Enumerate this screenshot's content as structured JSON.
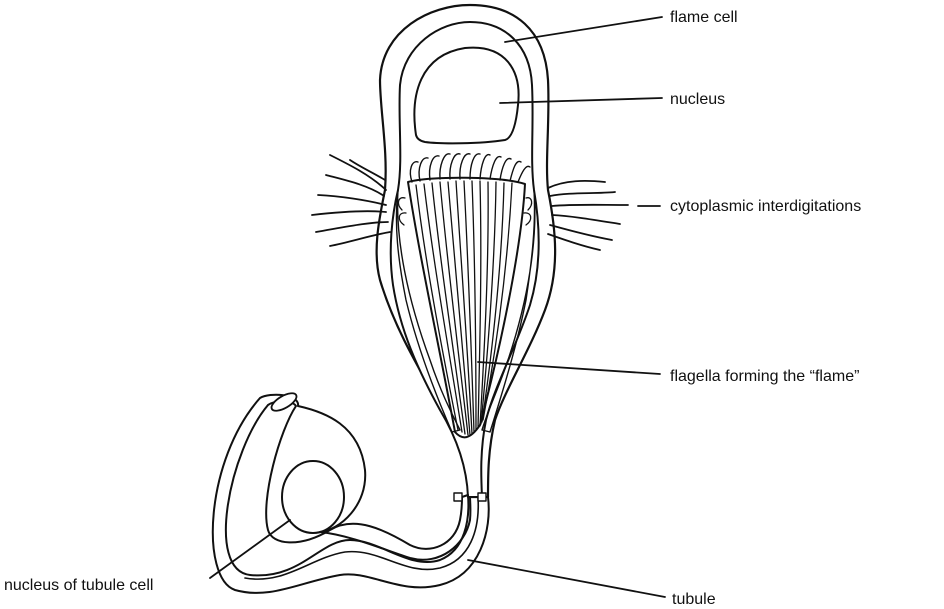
{
  "labels": {
    "flame_cell": "flame cell",
    "nucleus": "nucleus",
    "cytoplasmic_interdigitations": "cytoplasmic interdigitations",
    "flagella": "flagella forming the “flame”",
    "nucleus_tubule_cell": "nucleus of tubule cell",
    "tubule": "tubule"
  },
  "colors": {
    "ink": "#111111",
    "background": "#ffffff"
  }
}
